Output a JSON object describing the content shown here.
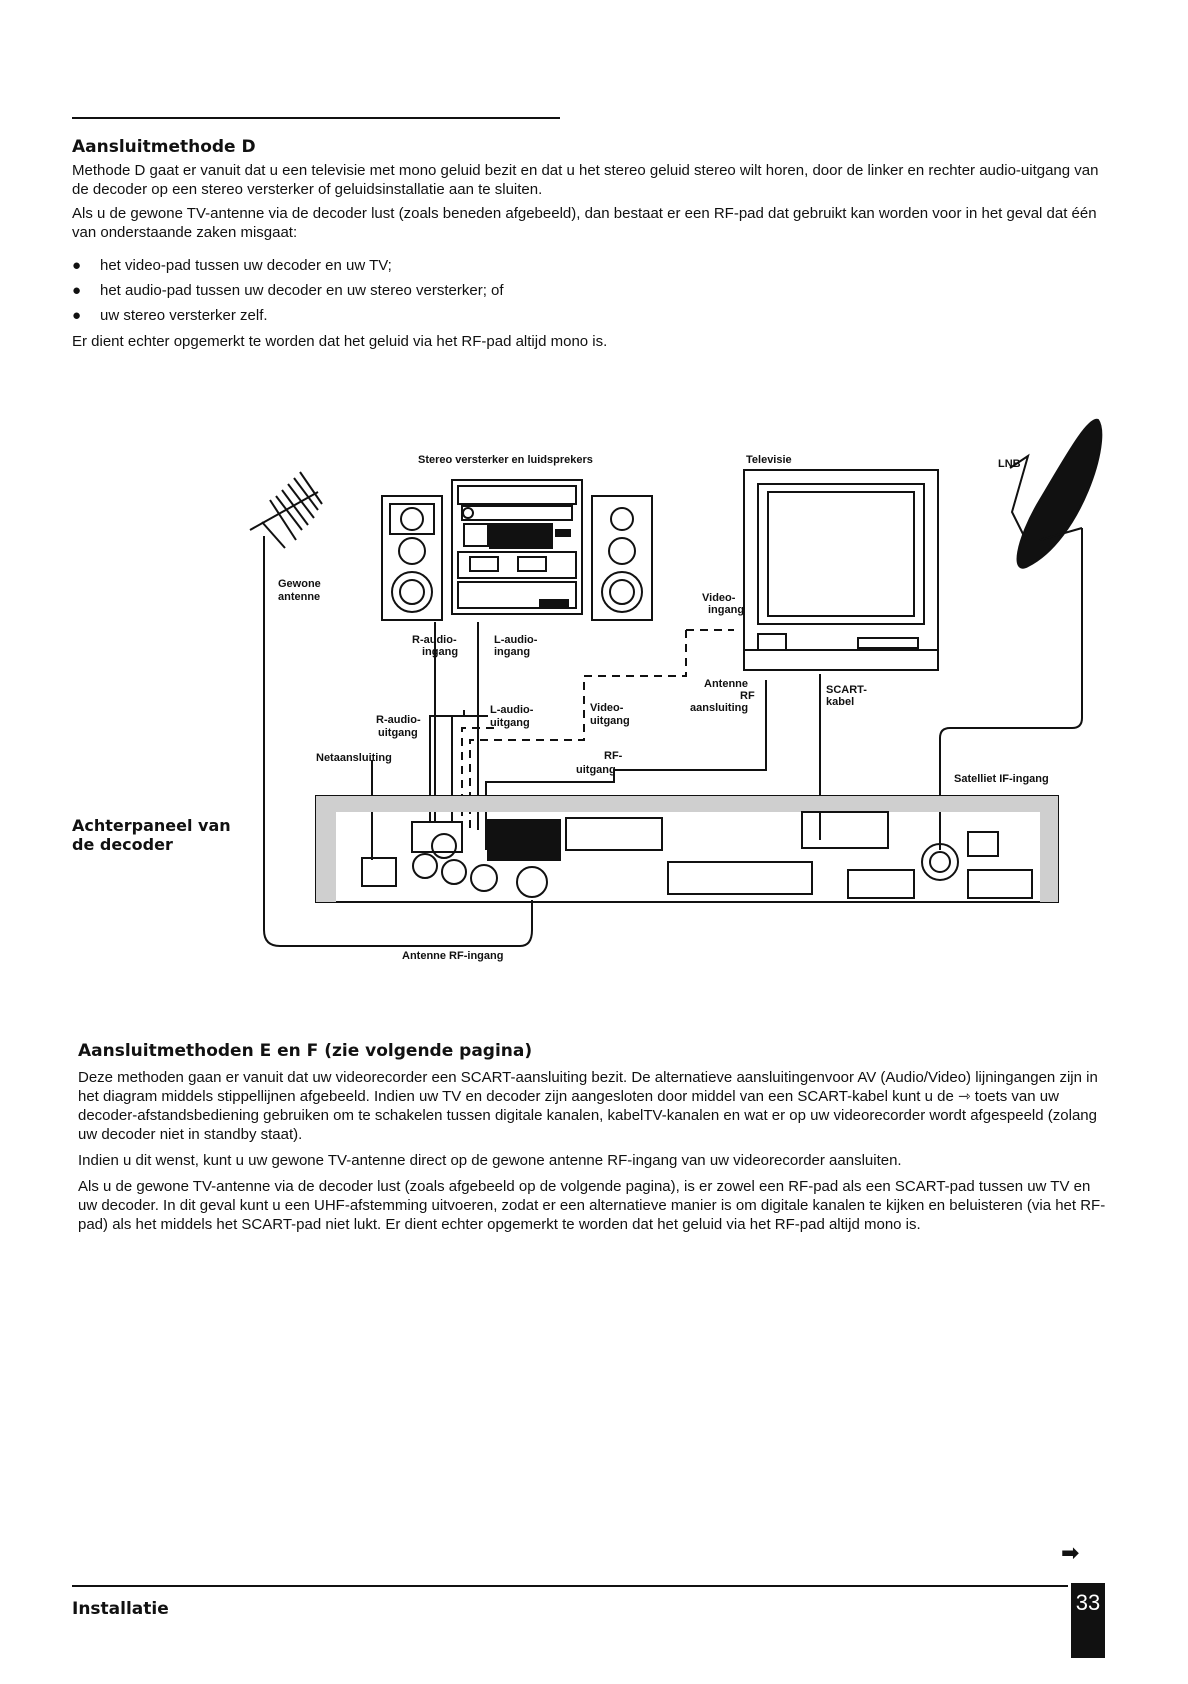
{
  "sectionD": {
    "heading": "Aansluitmethode D",
    "para1": "Methode D gaat er vanuit dat u een televisie met mono geluid bezit en dat u het stereo geluid stereo wilt horen, door de linker en rechter audio-uitgang van de decoder op een stereo versterker of geluidsinstallatie aan te sluiten.",
    "para2": "Als u de gewone TV-antenne via de decoder lust (zoals beneden afgebeeld), dan bestaat er een RF-pad dat gebruikt kan worden voor in het geval dat één van onderstaande zaken misgaat:",
    "bullets": [
      "het video-pad tussen uw decoder en uw TV;",
      "het audio-pad tussen uw decoder en uw stereo versterker; of",
      "uw stereo versterker zelf."
    ],
    "para3": "Er dient echter opgemerkt te worden dat het geluid via het RF-pad altijd mono is."
  },
  "diagram": {
    "stereo_label": "Stereo versterker en luidsprekers",
    "tv_label": "Televisie",
    "lnb_label": "LNB",
    "antenna_label_1": "Gewone",
    "antenna_label_2": "antenne",
    "r_audio_in_1": "R-audio-",
    "r_audio_in_2": "ingang",
    "l_audio_in_1": "L-audio-",
    "l_audio_in_2": "ingang",
    "video_in_1": "Video-",
    "video_in_2": "ingang",
    "antenna_rf_1": "Antenne",
    "antenna_rf_2": "RF",
    "antenna_rf_3": "aansluiting",
    "scart_1": "SCART-",
    "scart_2": "kabel",
    "r_audio_out_1": "R-audio-",
    "r_audio_out_2": "uitgang",
    "l_audio_out_1": "L-audio-",
    "l_audio_out_2": "uitgang",
    "video_out_1": "Video-",
    "video_out_2": "uitgang",
    "power_label": "Netaansluiting",
    "rf_out_1": "RF-",
    "rf_out_2": "uitgang",
    "sat_if_label": "Satelliet IF-ingang",
    "antenna_rf_in_label": "Antenne RF-ingang",
    "side_label_1": "Achterpaneel van",
    "side_label_2": "de decoder"
  },
  "sectionE": {
    "heading": "Aansluitmethoden E en F (zie volgende pagina)",
    "para1": "Deze methoden gaan er vanuit dat uw videorecorder een SCART-aansluiting bezit. De alternatieve aansluitingenvoor AV (Audio/Video) lijningangen zijn in het diagram middels stippellijnen afgebeeld. Indien uw TV en decoder zijn aangesloten door middel van een SCART-kabel kunt u de ⇾ toets van uw decoder-afstandsbediening gebruiken om te schakelen tussen digitale kanalen, kabelTV-kanalen en wat er op uw videorecorder wordt afgespeeld (zolang uw decoder niet in standby staat).",
    "para2": "Indien u dit wenst, kunt u uw gewone TV-antenne direct op de gewone antenne RF-ingang van uw videorecorder aansluiten.",
    "para3": "Als u de gewone TV-antenne via de decoder lust (zoals afgebeeld op de volgende pagina), is er zowel een RF-pad als een SCART-pad tussen uw TV en uw decoder. In dit geval kunt u een UHF-afstemming uitvoeren, zodat er een alternatieve manier is om digitale kanalen te kijken en beluisteren (via het RF-pad) als het middels het SCART-pad niet lukt. Er dient echter opgemerkt te worden dat het geluid via het RF-pad altijd mono is."
  },
  "footer": {
    "title": "Installatie",
    "page_number": "33",
    "next_arrow": "➡"
  }
}
